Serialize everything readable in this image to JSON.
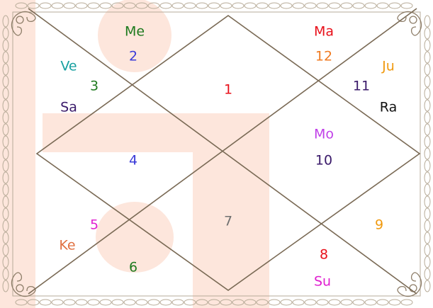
{
  "colors": {
    "frame_line": "#7a6a55",
    "border_ornament": "#b7ab98",
    "watermark": "#fde6dc",
    "ornament_corner": "#8d7d68"
  },
  "houses": [
    {
      "number": "1",
      "number_color": "#e8101a"
    },
    {
      "number": "2",
      "number_color": "#3a3ad8"
    },
    {
      "number": "3",
      "number_color": "#1e7a1e"
    },
    {
      "number": "4",
      "number_color": "#3a3ad8"
    },
    {
      "number": "5",
      "number_color": "#e020d0"
    },
    {
      "number": "6",
      "number_color": "#1e7a1e"
    },
    {
      "number": "7",
      "number_color": "#707070"
    },
    {
      "number": "8",
      "number_color": "#e8101a"
    },
    {
      "number": "9",
      "number_color": "#f09a10"
    },
    {
      "number": "10",
      "number_color": "#3a1a6a"
    },
    {
      "number": "11",
      "number_color": "#3a1a6a"
    },
    {
      "number": "12",
      "number_color": "#f07a20"
    }
  ],
  "planets": [
    {
      "abbr": "Me",
      "color": "#1e7a1e"
    },
    {
      "abbr": "Ve",
      "color": "#18a0a0"
    },
    {
      "abbr": "Sa",
      "color": "#3a1a6a"
    },
    {
      "abbr": "Ma",
      "color": "#e8101a"
    },
    {
      "abbr": "Ju",
      "color": "#f09a10"
    },
    {
      "abbr": "Ra",
      "color": "#111111"
    },
    {
      "abbr": "Mo",
      "color": "#c040e8"
    },
    {
      "abbr": "Ke",
      "color": "#e07040"
    },
    {
      "abbr": "Su",
      "color": "#e020d0"
    }
  ]
}
